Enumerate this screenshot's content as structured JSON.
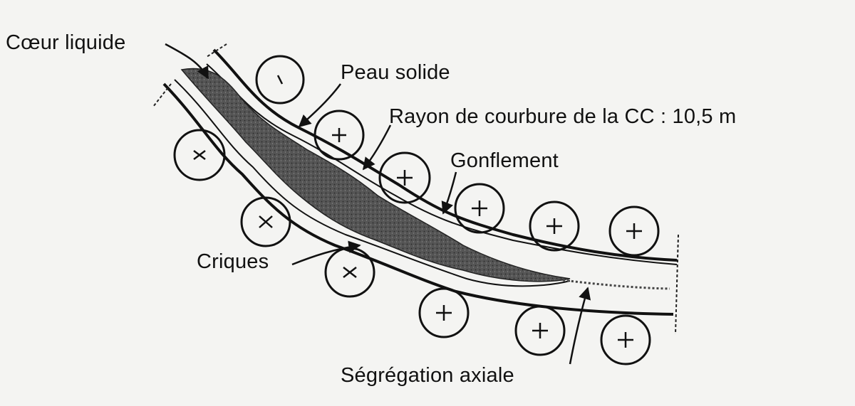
{
  "labels": {
    "coeur_liquide": "Cœur liquide",
    "peau_solide": "Peau solide",
    "rayon_courbure": "Rayon de courbure de la CC : 10,5 m",
    "gonflement": "Gonflement",
    "criques": "Criques",
    "segregation_axiale": "Ségrégation axiale"
  },
  "colors": {
    "background": "#f4f4f2",
    "ink": "#111111",
    "liquid_core": "#4a4a4a"
  }
}
